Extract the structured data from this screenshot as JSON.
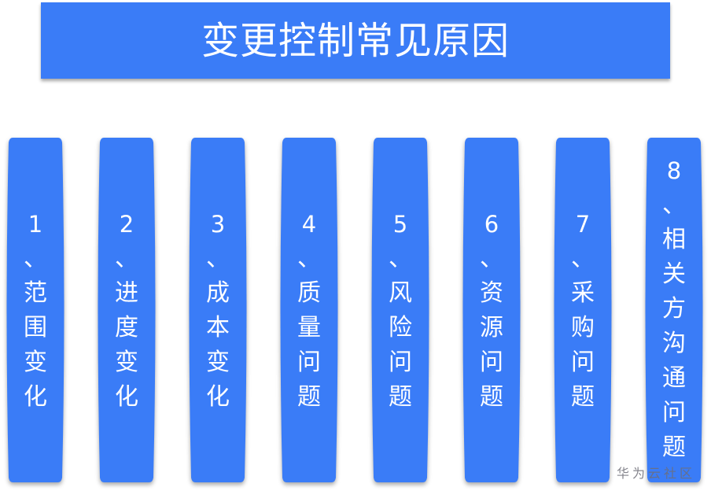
{
  "title": "变更控制常见原因",
  "colors": {
    "accent": "#3a7cf7",
    "text": "#ffffff",
    "watermark": "#6e6e78"
  },
  "pillars": [
    {
      "number": "1",
      "separator": "、",
      "chars": [
        "范",
        "围",
        "变",
        "化"
      ],
      "label": "范围变化"
    },
    {
      "number": "2",
      "separator": "、",
      "chars": [
        "进",
        "度",
        "变",
        "化"
      ],
      "label": "进度变化"
    },
    {
      "number": "3",
      "separator": "、",
      "chars": [
        "成",
        "本",
        "变",
        "化"
      ],
      "label": "成本变化"
    },
    {
      "number": "4",
      "separator": "、",
      "chars": [
        "质",
        "量",
        "问",
        "题"
      ],
      "label": "质量问题"
    },
    {
      "number": "5",
      "separator": "、",
      "chars": [
        "风",
        "险",
        "问",
        "题"
      ],
      "label": "风险问题"
    },
    {
      "number": "6",
      "separator": "、",
      "chars": [
        "资",
        "源",
        "问",
        "题"
      ],
      "label": "资源问题"
    },
    {
      "number": "7",
      "separator": "、",
      "chars": [
        "采",
        "购",
        "问",
        "题"
      ],
      "label": "采购问题"
    },
    {
      "number": "8",
      "separator": "、",
      "chars": [
        "相",
        "关",
        "方",
        "沟",
        "通",
        "问",
        "题"
      ],
      "label": "相关方沟通问题"
    }
  ],
  "watermark": "华为云社区"
}
